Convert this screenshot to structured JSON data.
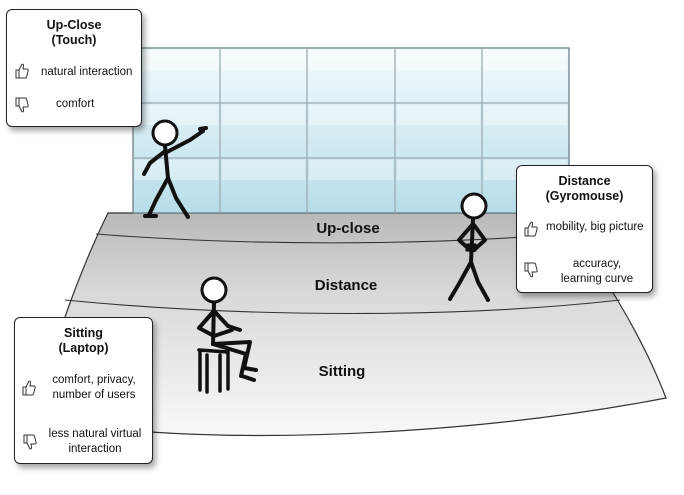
{
  "zones": {
    "up_close": "Up-close",
    "distance": "Distance",
    "sitting": "Sitting"
  },
  "cards": {
    "touch": {
      "title_line1": "Up-Close",
      "title_line2": "(Touch)",
      "pro": "natural interaction",
      "con": "comfort"
    },
    "gyromouse": {
      "title_line1": "Distance",
      "title_line2": "(Gyromouse)",
      "pro": "mobility, big picture",
      "con_line1": "accuracy,",
      "con_line2": "learning curve"
    },
    "laptop": {
      "title_line1": "Sitting",
      "title_line2": "(Laptop)",
      "pro_line1": "comfort, privacy,",
      "pro_line2": "number of users",
      "con_line1": "less natural virtual",
      "con_line2": "interaction"
    }
  },
  "icons": {
    "thumbs_up": "thumbs-up-icon",
    "thumbs_down": "thumbs-down-icon"
  },
  "colors": {
    "floor_light": "#f6f6f6",
    "floor_dark": "#bdbdbd",
    "wall_light": "#eef8fc",
    "wall_mid": "#bfe1ec",
    "grid_line": "#9aa8ad"
  }
}
